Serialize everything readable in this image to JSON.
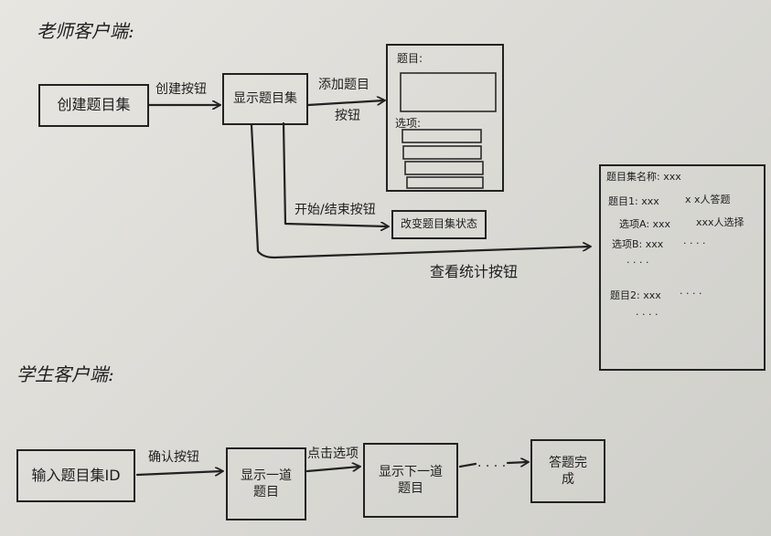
{
  "teacher": {
    "section_label": "老师客户端:",
    "create_set_box": "创建题目集",
    "create_button_label": "创建按钮",
    "show_set_box": "显示题目集",
    "add_question_label_line1": "添加题目",
    "add_question_label_line2": "按钮",
    "form": {
      "question_label": "题目:",
      "options_label": "选项:"
    },
    "start_end_label": "开始/结束按钮",
    "set_state_box": "改变题目集状态",
    "stats_label": "查看统计按钮",
    "stats_panel": {
      "set_name": "题目集名称: xxx",
      "q1": "题目1: xxx",
      "q1_count": "x x人答题",
      "optA": "选项A: xxx",
      "optA_count": "xxx人选择",
      "optB": "选项B: xxx",
      "q2": "题目2: xxx",
      "ellipsis": "· · · ·"
    }
  },
  "student": {
    "section_label": "学生客户端:",
    "enter_id_box": "输入题目集ID",
    "confirm_label": "确认按钮",
    "show_q_box": "显示一道题目",
    "answer_label": "点击选项",
    "next_q_box": "显示下一道题目",
    "done_box": "答题完成",
    "dots": "· · · ·"
  }
}
